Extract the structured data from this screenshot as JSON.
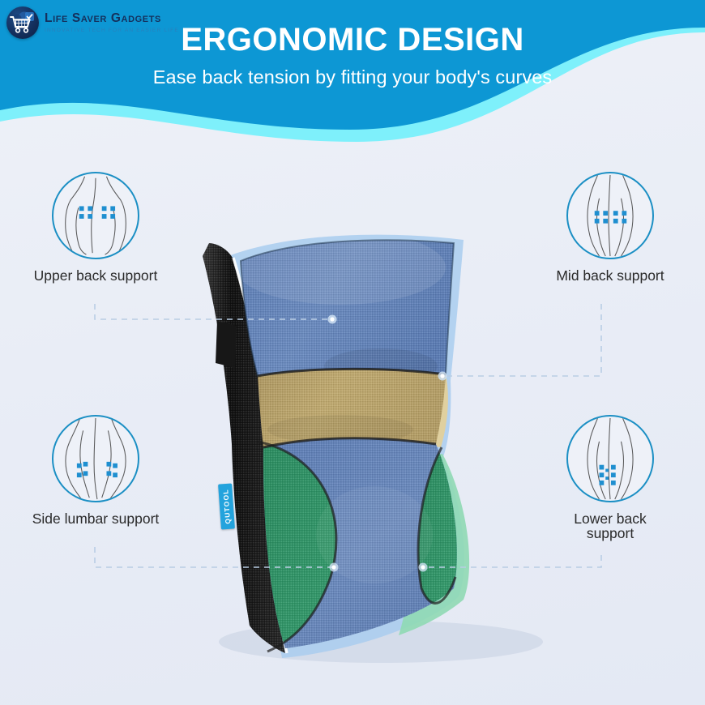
{
  "header": {
    "title": "ERGONOMIC DESIGN",
    "subtitle": "Ease back tension by fitting your body's curves",
    "bg_color": "#0d97d4",
    "accent_color": "#7ef0fb"
  },
  "logo": {
    "name": "Life Saver Gadgets",
    "tagline": "INNOVATIVE TECH FOR AN EASIER LIFE",
    "icon": "shopping-cart-icon",
    "badge_color": "#14305e",
    "name_color": "#15305c"
  },
  "callouts": [
    {
      "id": "upper-back",
      "label": "Upper back support",
      "icon": "upper-back-icon"
    },
    {
      "id": "mid-back",
      "label": "Mid back support",
      "icon": "mid-back-icon"
    },
    {
      "id": "side-lumbar",
      "label": "Side lumbar support",
      "icon": "side-lumbar-icon"
    },
    {
      "id": "lower-back",
      "label": "Lower back\nsupport",
      "icon": "lower-back-icon"
    }
  ],
  "product": {
    "brand_tab": "QUTOOL",
    "brand_tab_color": "#23a3dd",
    "colors": {
      "upper_blue": "#6282b8",
      "mid_gold": "#b8a269",
      "lower_blue": "#6182b6",
      "side_green": "#2f9064",
      "back_black": "#1c1c1c",
      "trim_light_blue": "#a9cdee",
      "trim_green": "#8fd9b4",
      "trim_gold": "#e3d09a"
    }
  },
  "theme": {
    "background": "#e9edf6",
    "circle_border": "#1b8fc4",
    "dot_blue": "#2196d6",
    "connector": "#b9cde4",
    "label_color": "#2a2a2a"
  }
}
